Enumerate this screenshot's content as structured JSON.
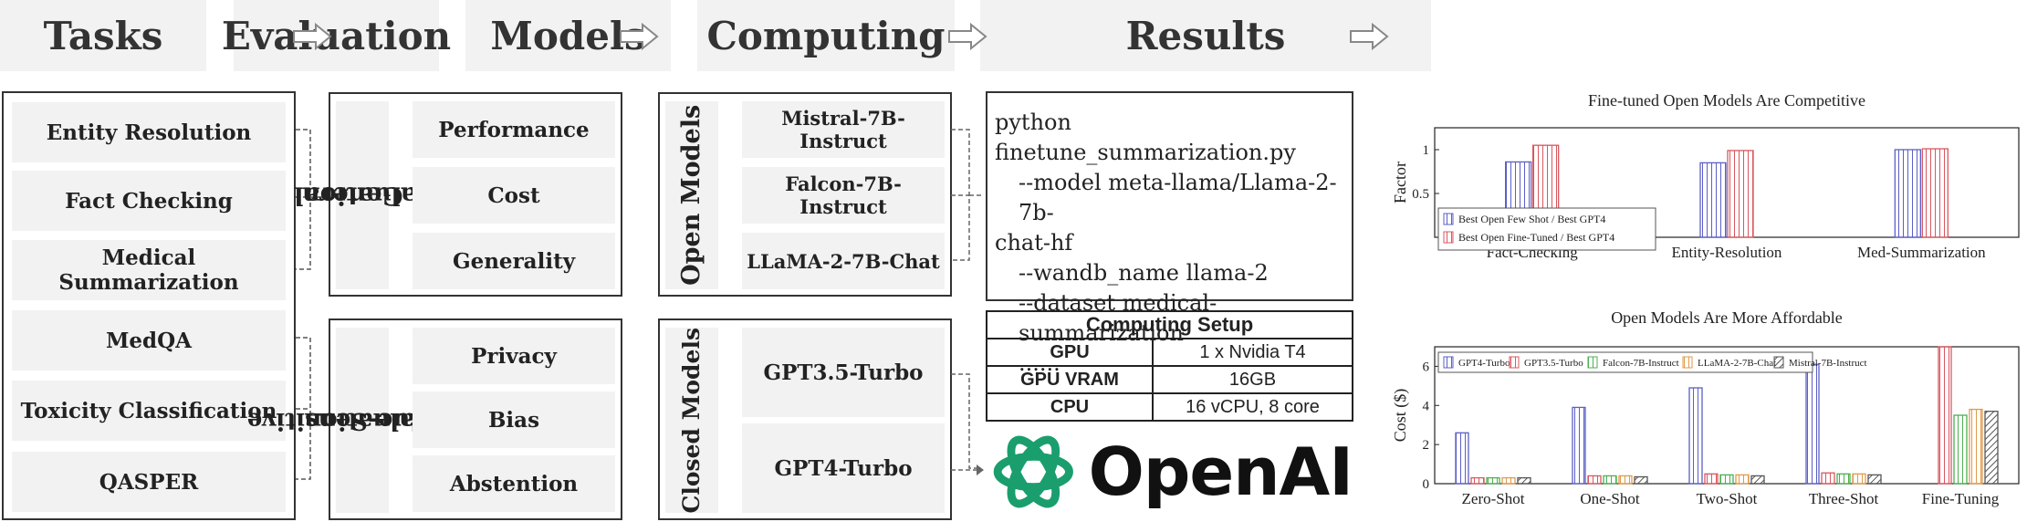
{
  "headers": {
    "tasks": "Tasks",
    "evaluation": "Evaluation",
    "models": "Models",
    "computing": "Computing",
    "results": "Results"
  },
  "tasks": [
    "Entity Resolution",
    "Fact Checking",
    "Medical Summarization",
    "MedQA",
    "Toxicity Classification",
    "QASPER"
  ],
  "general_eval": {
    "label_line1": "General",
    "label_line2": "Evaluation",
    "items": [
      "Performance",
      "Cost",
      "Generality"
    ]
  },
  "value_eval": {
    "label_line1": "Value-Sensitive",
    "label_line2": "Evaluation",
    "items": [
      "Privacy",
      "Bias",
      "Abstention"
    ]
  },
  "open_models": {
    "label": "Open Models",
    "items": [
      "Mistral-7B-Instruct",
      "Falcon-7B-Instruct",
      "LLaMA-2-7B-Chat"
    ]
  },
  "closed_models": {
    "label": "Closed Models",
    "items": [
      "GPT3.5-Turbo",
      "GPT4-Turbo"
    ]
  },
  "code": {
    "lines": [
      "python finetune_summarization.py",
      "--model meta-llama/Llama-2-7b-",
      "chat-hf",
      "--wandb_name llama-2",
      "--dataset medical-summarization",
      "......"
    ]
  },
  "setup": {
    "title": "Computing Setup",
    "rows": [
      [
        "GPU",
        "1 x Nvidia T4"
      ],
      [
        "GPU VRAM",
        "16GB"
      ],
      [
        "CPU",
        "16 vCPU, 8 core"
      ]
    ]
  },
  "openai": {
    "wordmark": "OpenAI"
  },
  "chart_data": [
    {
      "type": "bar",
      "title": "Fine-tuned Open Models Are Competitive",
      "ylabel": "Factor",
      "xlabel": "",
      "categories": [
        "Fact-Checking",
        "Entity-Resolution",
        "Med-Summarization"
      ],
      "ylim": [
        0,
        1.25
      ],
      "yticks": [
        "0.5",
        "1"
      ],
      "legend": "bottom-left",
      "series": [
        {
          "name": "Best Open Few Shot / Best GPT4",
          "color": "#5b5fc7",
          "values": [
            0.86,
            0.85,
            1.0
          ]
        },
        {
          "name": "Best Open Fine-Tuned / Best GPT4",
          "color": "#d9575f",
          "values": [
            1.05,
            0.99,
            1.01
          ]
        }
      ]
    },
    {
      "type": "bar",
      "title": "Open Models Are More Affordable",
      "ylabel": "Cost ($)",
      "xlabel": "",
      "categories": [
        "Zero-Shot",
        "One-Shot",
        "Two-Shot",
        "Three-Shot",
        "Fine-Tuning"
      ],
      "ylim": [
        0,
        7
      ],
      "yticks": [
        "0",
        "2",
        "4",
        "6"
      ],
      "legend": "top",
      "series": [
        {
          "name": "GPT4-Turbo",
          "color": "#5b5fc7",
          "values": [
            2.6,
            3.9,
            4.9,
            6.1,
            null
          ]
        },
        {
          "name": "GPT3.5-Turbo",
          "color": "#d9575f",
          "values": [
            0.3,
            0.4,
            0.5,
            0.55,
            7.3
          ]
        },
        {
          "name": "Falcon-7B-Instruct",
          "color": "#4caf50",
          "values": [
            0.3,
            0.4,
            0.45,
            0.5,
            3.5
          ]
        },
        {
          "name": "LLaMA-2-7B-Chat",
          "color": "#e09a4a",
          "values": [
            0.3,
            0.4,
            0.45,
            0.5,
            3.8
          ]
        },
        {
          "name": "Mistral-7B-Instruct",
          "color": "#555555",
          "values": [
            0.3,
            0.35,
            0.4,
            0.45,
            3.7
          ]
        }
      ]
    }
  ]
}
